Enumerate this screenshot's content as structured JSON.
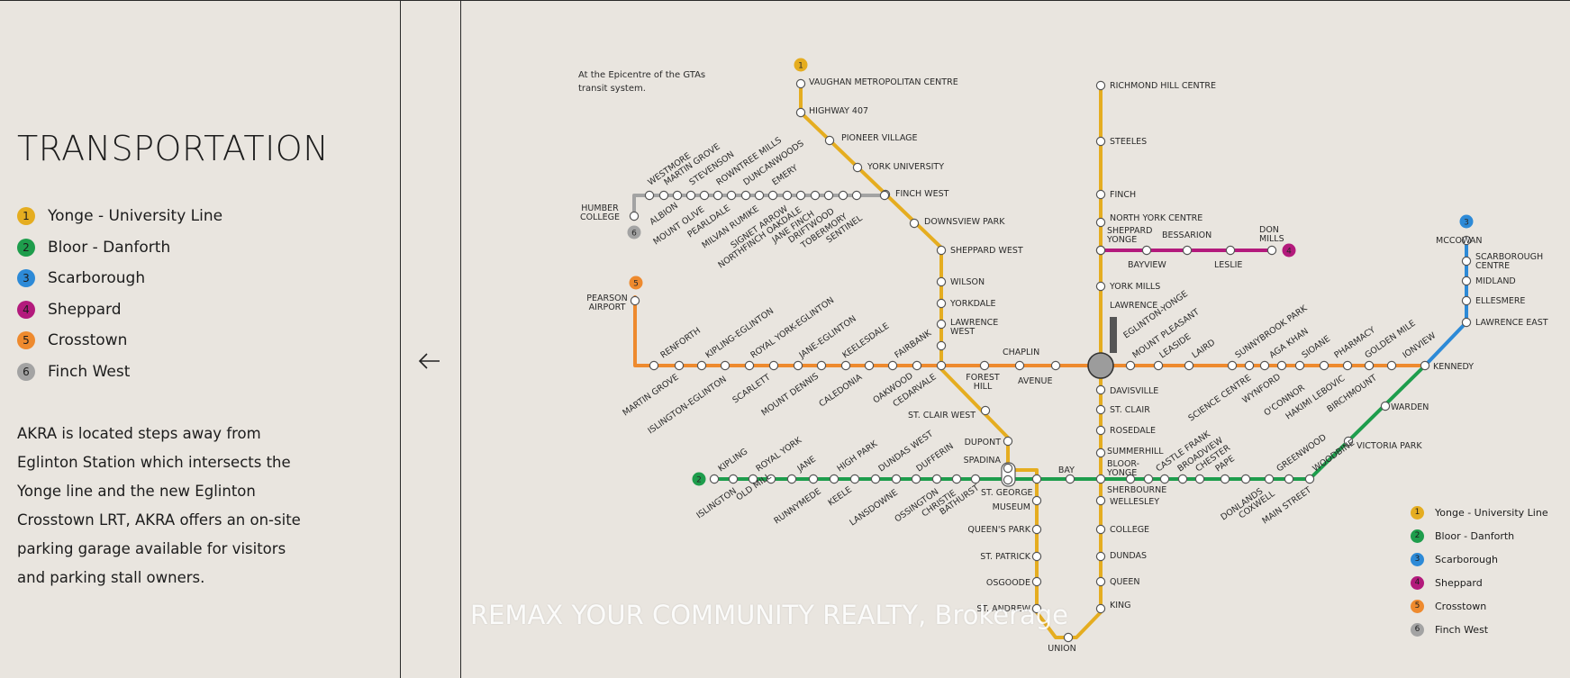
{
  "page": {
    "title": "TRANSPORTATION",
    "description": "AKRA is located steps away from Eglinton Station which intersects the Yonge line and the new Eglinton Crosstown LRT, AKRA offers an on-site parking garage available for visitors and parking stall owners.",
    "back_icon": "arrow-left-icon"
  },
  "legend": [
    {
      "num": "1",
      "name": "Yonge - University Line",
      "color": "#e5ad20"
    },
    {
      "num": "2",
      "name": "Bloor - Danforth",
      "color": "#1e9d4c"
    },
    {
      "num": "3",
      "name": "Scarborough",
      "color": "#2d8ad7"
    },
    {
      "num": "4",
      "name": "Sheppard",
      "color": "#b31a7c"
    },
    {
      "num": "5",
      "name": "Crosstown",
      "color": "#ee8a2e"
    },
    {
      "num": "6",
      "name": "Finch West",
      "color": "#a3a3a3"
    }
  ],
  "map": {
    "intro": "At the Epicentre of the GTAs transit system.",
    "station_color": "#ffffff",
    "hub_color": "#9c9c9c"
  },
  "watermark": "REMAX YOUR COMMUNITY REALTY, Brokerage"
}
